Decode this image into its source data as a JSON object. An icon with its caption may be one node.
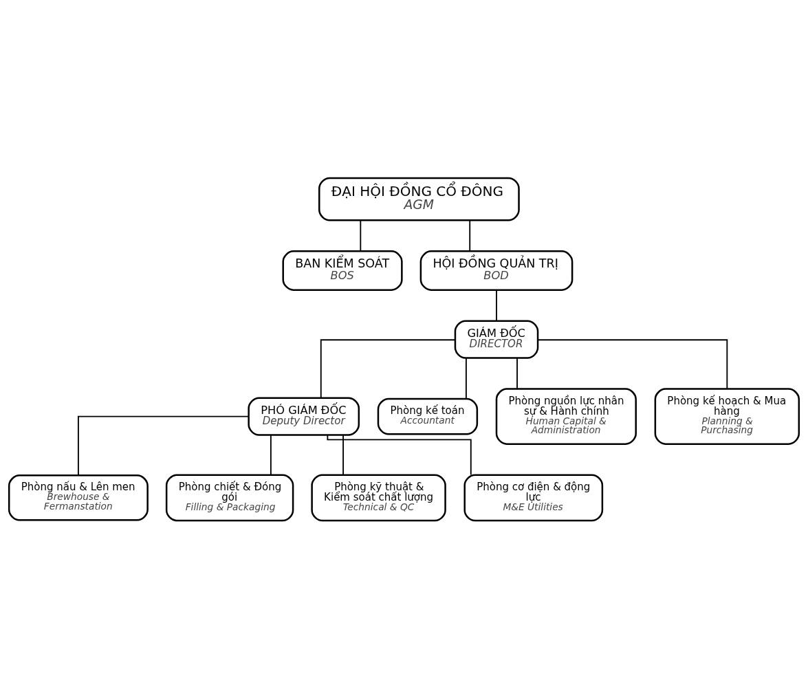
{
  "diagram": {
    "nodes": [
      {
        "text": [
          "ĐẠI HỘI ĐỒNG CỔ ĐÔNG",
          "AGM"
        ]
      },
      {
        "text": [
          "BAN KIỂM SOÁT",
          "BOS"
        ]
      },
      {
        "text": [
          "HỘI ĐỒNG QUẢN TRỊ",
          "BOD"
        ]
      },
      {
        "text": [
          "GIÁM ĐỐC",
          "DIRECTOR"
        ]
      },
      {
        "text": [
          "PHÓ GIÁM ĐỐC",
          "Deputy Director"
        ]
      },
      {
        "text": [
          "Phòng nấu & Lên men",
          "Brewhouse & Fermanstation"
        ]
      },
      {
        "text": [
          "Phòng chiết & Đóng gói",
          "Filling & Packaging"
        ]
      },
      {
        "text": [
          "Phòng kỹ thuật & Kiểm soát chất lượng",
          "Technical & QC"
        ]
      },
      {
        "text": [
          "Phòng cơ điện & động lực",
          "M&E Utilities"
        ]
      },
      {
        "text": [
          "Phòng kế toán",
          "Accountant"
        ]
      },
      {
        "text": [
          "Phòng nguồn lực nhân sự & Hành chính",
          "Human Capital & Administration"
        ]
      },
      {
        "text": [
          "Phòng kế hoạch & Mua hàng",
          "Planning & Purchasing"
        ]
      }
    ],
    "edges": [
      {
        "from": 0,
        "to": 1,
        "arrow": "none"
      },
      {
        "from": 0,
        "to": 2,
        "arrow": "none"
      },
      {
        "from": 2,
        "to": 3,
        "arrow": "none"
      },
      {
        "from": 3,
        "to": 4,
        "arrow": "none"
      },
      {
        "from": 3,
        "to": 9,
        "arrow": "none"
      },
      {
        "from": 3,
        "to": 10,
        "arrow": "none"
      },
      {
        "from": 3,
        "to": 11,
        "arrow": "none"
      },
      {
        "from": 4,
        "to": 5,
        "arrow": "none"
      },
      {
        "from": 4,
        "to": 6,
        "arrow": "none"
      },
      {
        "from": 4,
        "to": 7,
        "arrow": "none"
      },
      {
        "from": 4,
        "to": 8,
        "arrow": "none"
      }
    ]
  }
}
